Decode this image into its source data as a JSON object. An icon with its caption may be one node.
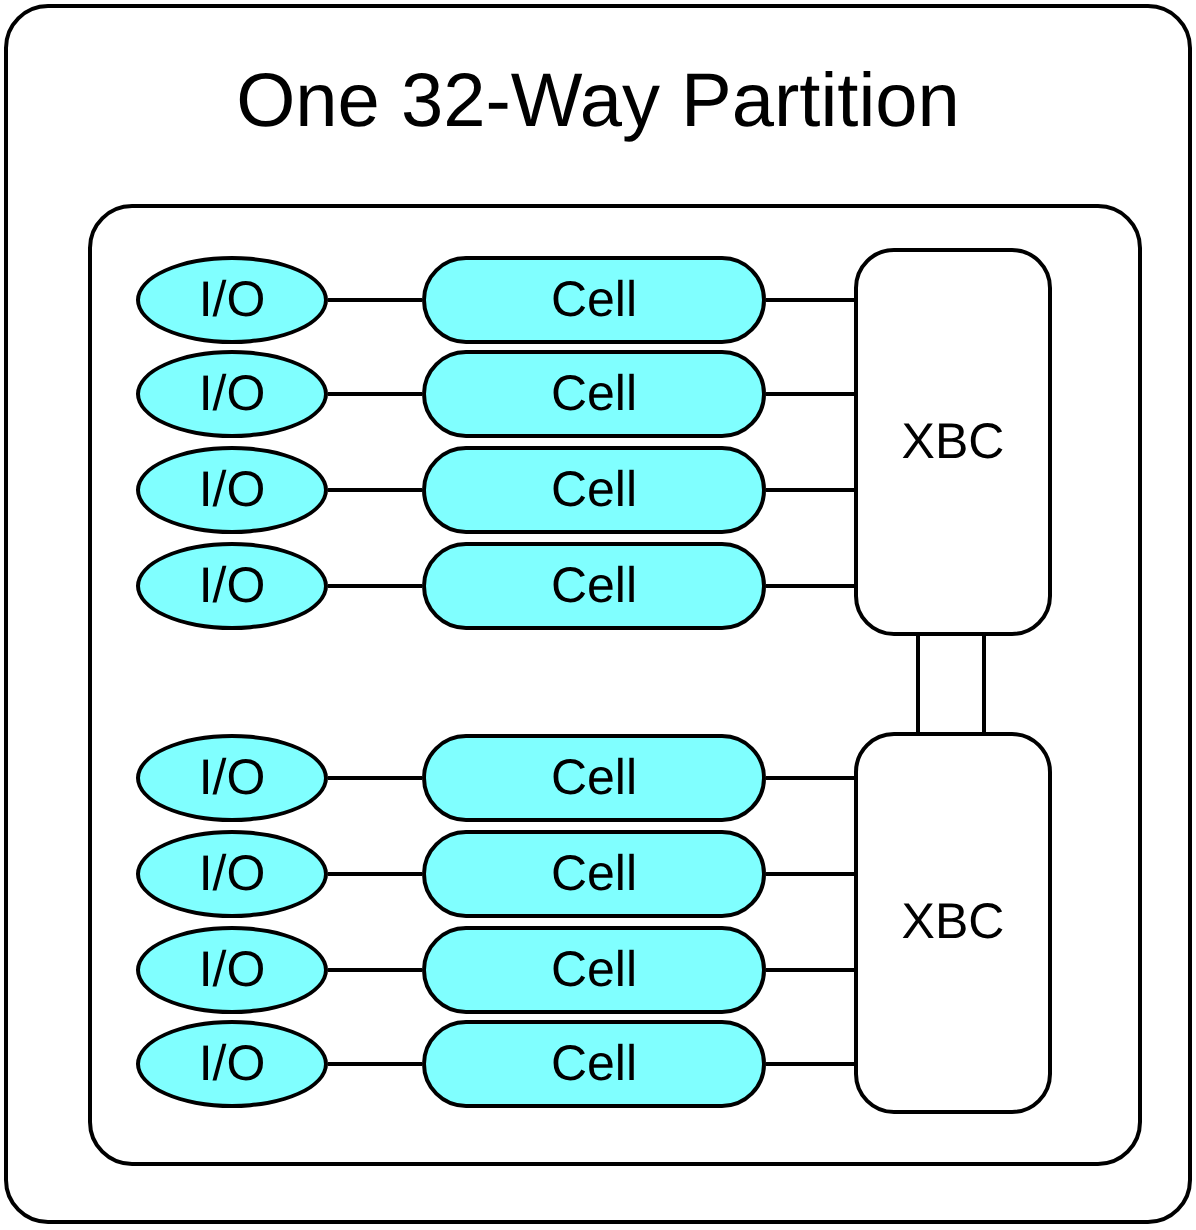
{
  "diagram": {
    "nodes": [
      {
        "text": [
          "One 32-Way Partition"
        ]
      },
      {
        "text": [],
        "shape": "box",
        "in": 0
      },
      {
        "text": [
          "I/O"
        ],
        "in": 1
      },
      {
        "text": [
          "Cell"
        ],
        "in": 1
      },
      {
        "text": [
          "I/O"
        ],
        "in": 1
      },
      {
        "text": [
          "Cell"
        ],
        "in": 1
      },
      {
        "text": [
          "I/O"
        ],
        "in": 1
      },
      {
        "text": [
          "Cell"
        ],
        "in": 1
      },
      {
        "text": [
          "I/O"
        ],
        "in": 1
      },
      {
        "text": [
          "Cell"
        ],
        "in": 1
      },
      {
        "text": [
          "XBC"
        ],
        "in": 1
      },
      {
        "text": [
          "I/O"
        ],
        "in": 1
      },
      {
        "text": [
          "Cell"
        ],
        "in": 1
      },
      {
        "text": [
          "I/O"
        ],
        "in": 1
      },
      {
        "text": [
          "Cell"
        ],
        "in": 1
      },
      {
        "text": [
          "I/O"
        ],
        "in": 1
      },
      {
        "text": [
          "Cell"
        ],
        "in": 1
      },
      {
        "text": [
          "I/O"
        ],
        "in": 1
      },
      {
        "text": [
          "Cell"
        ],
        "in": 1
      },
      {
        "text": [
          "XBC"
        ],
        "in": 1
      }
    ],
    "edges": [
      {
        "from": 2,
        "to": 3,
        "arrow": "none"
      },
      {
        "from": 3,
        "to": 10,
        "arrow": "none"
      },
      {
        "from": 4,
        "to": 5,
        "arrow": "none"
      },
      {
        "from": 5,
        "to": 10,
        "arrow": "none"
      },
      {
        "from": 6,
        "to": 7,
        "arrow": "none"
      },
      {
        "from": 7,
        "to": 10,
        "arrow": "none"
      },
      {
        "from": 8,
        "to": 9,
        "arrow": "none"
      },
      {
        "from": 9,
        "to": 10,
        "arrow": "none"
      },
      {
        "from": 11,
        "to": 12,
        "arrow": "none"
      },
      {
        "from": 12,
        "to": 19,
        "arrow": "none"
      },
      {
        "from": 13,
        "to": 14,
        "arrow": "none"
      },
      {
        "from": 14,
        "to": 19,
        "arrow": "none"
      },
      {
        "from": 15,
        "to": 16,
        "arrow": "none"
      },
      {
        "from": 16,
        "to": 19,
        "arrow": "none"
      },
      {
        "from": 17,
        "to": 18,
        "arrow": "none"
      },
      {
        "from": 18,
        "to": 19,
        "arrow": "none"
      },
      {
        "from": 10,
        "to": 19,
        "arrow": "none"
      },
      {
        "from": 10,
        "to": 19,
        "arrow": "none"
      }
    ]
  }
}
